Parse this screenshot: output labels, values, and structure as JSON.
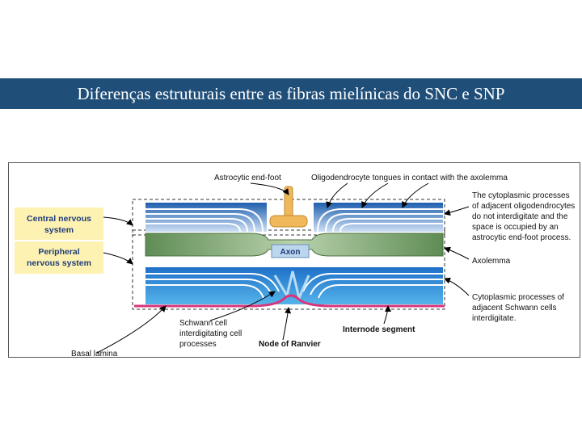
{
  "slide": {
    "title": "Diferenças estruturais entre as fibras mielínicas do SNC e SNP"
  },
  "diagram": {
    "labels": {
      "astrocytic_end_foot": "Astrocytic end-foot",
      "oligodendrocyte_tongues": "Oligodendrocyte tongues in contact with the axolemma",
      "central_nervous_line1": "Central nervous",
      "central_nervous_line2": "system",
      "peripheral_line1": "Peripheral",
      "peripheral_line2": "nervous system",
      "axon": "Axon",
      "axolemma": "Axolemma",
      "cns_note_line1": "The cytoplasmic processes",
      "cns_note_line2": "of adjacent oligodendrocytes",
      "cns_note_line3": "do not interdigitate and the",
      "cns_note_line4": "space is occupied by an",
      "cns_note_line5": "astrocytic end-foot process.",
      "pns_note_line1": "Cytoplasmic processes of",
      "pns_note_line2": "adjacent Schwann cells",
      "pns_note_line3": "interdigitate.",
      "schwann_line1": "Schwann cell",
      "schwann_line2": "interdigitating cell",
      "schwann_line3": "processes",
      "internode_segment": "Internode segment",
      "node_of_ranvier": "Node of Ranvier",
      "basal_lamina": "Basal lamina"
    },
    "colors": {
      "title_bar": "#1f4e79",
      "myelin_dark": "#1e5fae",
      "myelin_light": "#cfe0f4",
      "schwann_cytoplasm": "#3aa0e0",
      "axon": "#7fa873",
      "axon_label_box": "#bcd6ee",
      "end_foot": "#f0b85a",
      "basal_lamina": "#d9357a",
      "label_box": "#fdf2b2",
      "label_text": "#1f3c7a"
    }
  }
}
